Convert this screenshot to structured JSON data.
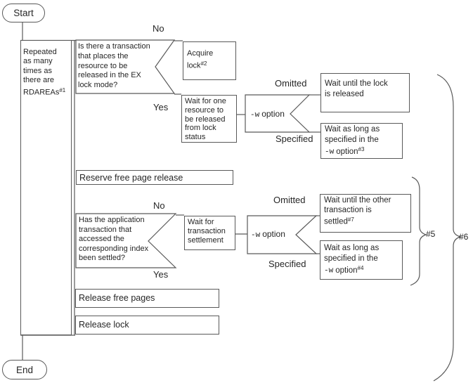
{
  "colors": {
    "line": "#595959",
    "text": "#262626",
    "bg": "#ffffff"
  },
  "terminals": {
    "start": "Start",
    "end": "End"
  },
  "loop_note": {
    "line1": "Repeated",
    "line2": "as many",
    "line3": "times as",
    "line4": "there are",
    "line5": "RDAREAs",
    "line5_sup": "#1"
  },
  "decision1": {
    "line1": "Is there a transaction",
    "line2": "that places the",
    "line3": "resource to be",
    "line4": "released in the EX",
    "line5": "lock mode?",
    "no": "No",
    "yes": "Yes"
  },
  "acquire_lock": {
    "line1": "Acquire",
    "line2": "lock",
    "sup": "#2"
  },
  "wait_one_resource": {
    "line1": "Wait for one",
    "line2": "resource to",
    "line3": "be released",
    "line4": "from lock",
    "line5": "status"
  },
  "w_option1": {
    "code": "-w",
    "label": "option",
    "omitted": "Omitted",
    "specified": "Specified"
  },
  "wait_until_lock_released": {
    "line1": "Wait until the lock",
    "line2": "is released"
  },
  "wait_w_option3": {
    "line1": "Wait as long as",
    "line2": "specified in the",
    "code": "-w",
    "label": "option",
    "sup": "#3"
  },
  "reserve_free_page_release": "Reserve free page release",
  "decision2": {
    "line1": "Has the application",
    "line2": "transaction that",
    "line3": "accessed the",
    "line4": "corresponding index",
    "line5": "been settled?",
    "no": "No",
    "yes": "Yes"
  },
  "wait_transaction_settlement": {
    "line1": "Wait for",
    "line2": "transaction",
    "line3": "settlement"
  },
  "w_option2": {
    "code": "-w",
    "label": "option",
    "omitted": "Omitted",
    "specified": "Specified"
  },
  "wait_other_transaction": {
    "line1": "Wait until the other",
    "line2": "transaction is",
    "line3": "settled",
    "sup": "#7"
  },
  "wait_w_option4": {
    "line1": "Wait as long as",
    "line2": "specified in the",
    "code": "-w",
    "label": "option",
    "sup": "#4"
  },
  "release_free_pages": "Release free pages",
  "release_lock": "Release lock",
  "braces": {
    "brace5": "#5",
    "brace6": "#6"
  }
}
